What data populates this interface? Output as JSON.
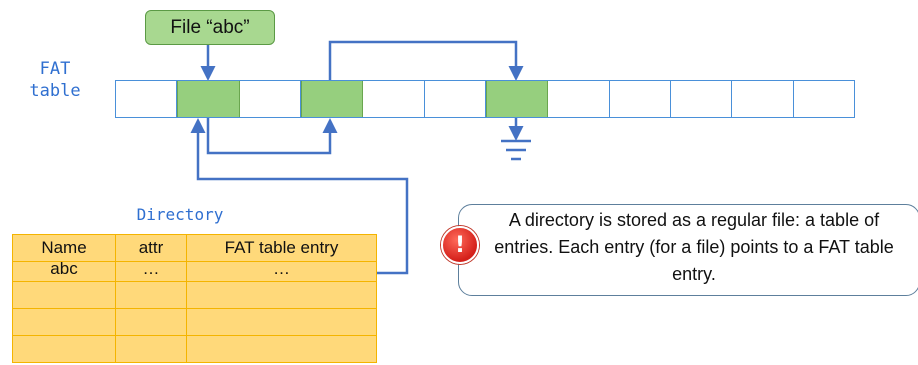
{
  "file": {
    "label": "File “abc”"
  },
  "fat": {
    "label": "FAT\ntable",
    "cell_count": 12,
    "used_cells": [
      1,
      3,
      6
    ]
  },
  "directory": {
    "title": "Directory",
    "headers": [
      "Name",
      "attr",
      "FAT table entry"
    ],
    "rows": [
      [
        "abc",
        "…",
        "…"
      ],
      [
        "",
        "",
        ""
      ],
      [
        "",
        "",
        ""
      ],
      [
        "",
        "",
        ""
      ]
    ]
  },
  "callout": {
    "text": "A directory is stored as a regular file: a table of entries. Each entry (for a file) points to a FAT table entry.",
    "icon": "alert-icon"
  },
  "colors": {
    "link": "#4472c4",
    "used_cell": "#96cf7e",
    "directory_fill": "#ffd97a",
    "label_blue": "#2f6fd0"
  }
}
